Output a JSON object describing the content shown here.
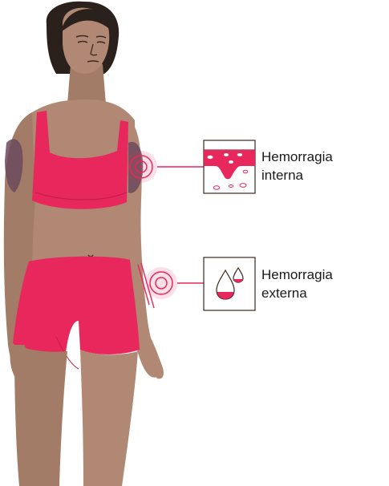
{
  "callouts": {
    "internal": {
      "line1": "Hemorragia",
      "line2": "interna"
    },
    "external": {
      "line1": "Hemorragia",
      "line2": "externa"
    }
  },
  "colors": {
    "skin": "#b08874",
    "skin_shadow": "#8e6a58",
    "hair": "#2b211c",
    "garment": "#e8285c",
    "bruise": "#6b4a5e",
    "accent_line": "#e8285c",
    "outline": "#3a2a24"
  },
  "icons": {
    "internal": "internal-bleeding-icon",
    "external": "external-bleeding-drops-icon"
  }
}
